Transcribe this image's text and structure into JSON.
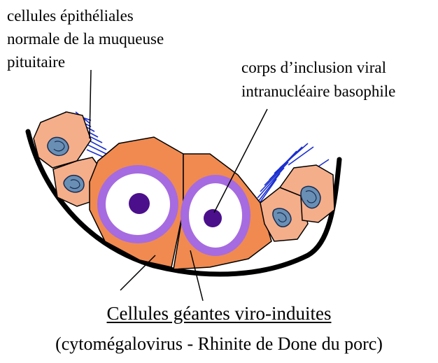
{
  "labels": {
    "epithelial": [
      "cellules épithéliales",
      "normale de la muqueuse",
      "pituitaire"
    ],
    "inclusion": [
      "corps d’inclusion viral",
      "intranucléaire basophile"
    ]
  },
  "caption": {
    "title": "Cellules géantes viro-induites",
    "subtitle": "(cytomégalovirus - Rhinite de Done du porc)"
  },
  "colors": {
    "giant_cell_fill": "#F08A50",
    "normal_cell_fill": "#F5AE8A",
    "nucleus_ring": "#A66BE0",
    "inclusion_body": "#4B0F8C",
    "normal_nucleus": "#6A8FB5",
    "cilia": "#1A2ED0",
    "membrane": "#000000"
  }
}
